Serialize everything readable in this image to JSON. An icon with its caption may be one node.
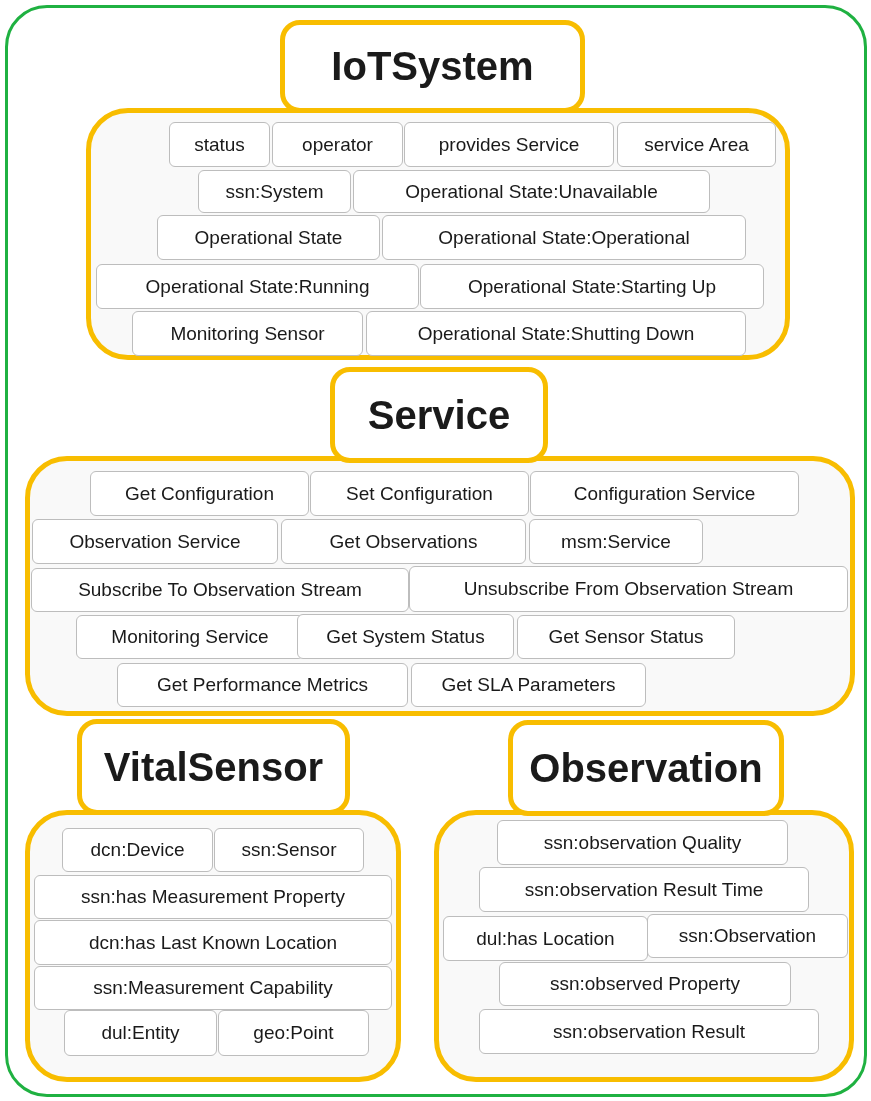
{
  "diagram": {
    "nodes": [
      {
        "text": [],
        "shape": "box"
      },
      {
        "text": [
          "IoTSystem"
        ],
        "in": 0
      },
      {
        "text": [],
        "shape": "box",
        "in": 0
      },
      {
        "text": [
          "status"
        ],
        "in": 2
      },
      {
        "text": [
          "operator"
        ],
        "in": 2
      },
      {
        "text": [
          "provides Service"
        ],
        "in": 2
      },
      {
        "text": [
          "service Area"
        ],
        "in": 2
      },
      {
        "text": [
          "ssn:System"
        ],
        "in": 2
      },
      {
        "text": [
          "Operational State:Unavailable"
        ],
        "in": 2
      },
      {
        "text": [
          "Operational State"
        ],
        "in": 2
      },
      {
        "text": [
          "Operational State:Operational"
        ],
        "in": 2
      },
      {
        "text": [
          "Operational State:Running"
        ],
        "in": 2
      },
      {
        "text": [
          "Operational State:Starting Up"
        ],
        "in": 2
      },
      {
        "text": [
          "Monitoring Sensor"
        ],
        "in": 2
      },
      {
        "text": [
          "Operational State:Shutting Down"
        ],
        "in": 2
      },
      {
        "text": [
          "Service"
        ],
        "in": 0
      },
      {
        "text": [],
        "shape": "box",
        "in": 0
      },
      {
        "text": [
          "Get Configuration"
        ],
        "in": 16
      },
      {
        "text": [
          "Set Configuration"
        ],
        "in": 16
      },
      {
        "text": [
          "Configuration Service"
        ],
        "in": 16
      },
      {
        "text": [
          "Observation Service"
        ],
        "in": 16
      },
      {
        "text": [
          "Get Observations"
        ],
        "in": 16
      },
      {
        "text": [
          "msm:Service"
        ],
        "in": 16
      },
      {
        "text": [
          "Subscribe To Observation Stream"
        ],
        "in": 16
      },
      {
        "text": [
          "Unsubscribe From Observation Stream"
        ],
        "in": 16
      },
      {
        "text": [
          "Monitoring Service"
        ],
        "in": 16
      },
      {
        "text": [
          "Get System Status"
        ],
        "in": 16
      },
      {
        "text": [
          "Get Sensor Status"
        ],
        "in": 16
      },
      {
        "text": [
          "Get Performance Metrics"
        ],
        "in": 16
      },
      {
        "text": [
          "Get SLA Parameters"
        ],
        "in": 16
      },
      {
        "text": [
          "VitalSensor"
        ],
        "in": 0
      },
      {
        "text": [],
        "shape": "box",
        "in": 0
      },
      {
        "text": [
          "dcn:Device"
        ],
        "in": 31
      },
      {
        "text": [
          "ssn:Sensor"
        ],
        "in": 31
      },
      {
        "text": [
          "ssn:has Measurement Property"
        ],
        "in": 31
      },
      {
        "text": [
          "dcn:has Last Known Location"
        ],
        "in": 31
      },
      {
        "text": [
          "ssn:Measurement Capability"
        ],
        "in": 31
      },
      {
        "text": [
          "dul:Entity"
        ],
        "in": 31
      },
      {
        "text": [
          "geo:Point"
        ],
        "in": 31
      },
      {
        "text": [
          "Observation"
        ],
        "in": 0
      },
      {
        "text": [],
        "shape": "box",
        "in": 0
      },
      {
        "text": [
          "ssn:observation Quality"
        ],
        "in": 40
      },
      {
        "text": [
          "ssn:observation Result Time"
        ],
        "in": 40
      },
      {
        "text": [
          "dul:has Location"
        ],
        "in": 40
      },
      {
        "text": [
          "ssn:Observation"
        ],
        "in": 40
      },
      {
        "text": [
          "ssn:observed Property"
        ],
        "in": 40
      },
      {
        "text": [
          "ssn:observation Result"
        ],
        "in": 40
      }
    ]
  }
}
